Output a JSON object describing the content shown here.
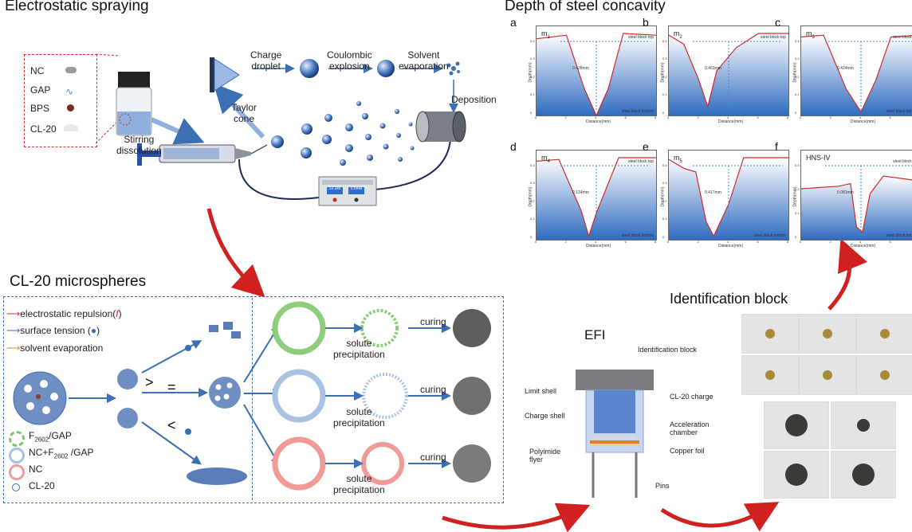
{
  "electrostatic": {
    "title": "Electrostatic spraying",
    "materials": [
      "NC",
      "GAP",
      "BPS",
      "CL-20"
    ],
    "stirring_line1": "Stirring",
    "stirring_line2": "dissolution",
    "charge_line1": "Charge",
    "charge_line2": "droplet",
    "coulombic_line1": "Coulombic",
    "coulombic_line2": "explosion",
    "solvent_line1": "Solvent",
    "solvent_line2": "evaporation",
    "taylor_line1": "Taylor",
    "taylor_line2": "cone",
    "deposition": "Deposition",
    "display_left": "12.2kv",
    "display_right": "0.5mA"
  },
  "concavity": {
    "title": "Depth of steel concavity",
    "panels": [
      {
        "letter": "a",
        "name": "m",
        "sub": "1",
        "depth": "0.428mm",
        "top": "steel block top",
        "bottom": "steel block bottom"
      },
      {
        "letter": "b",
        "name": "m",
        "sub": "2",
        "depth": "0.463mm",
        "top": "steel block top",
        "bottom": ""
      },
      {
        "letter": "c",
        "name": "m",
        "sub": "3",
        "depth": "0.424mm",
        "top": "steel block top",
        "bottom": "steel block bottom"
      },
      {
        "letter": "d",
        "name": "m",
        "sub": "4",
        "depth": "0.124mm",
        "top": "steel block top",
        "bottom": "steel block bottom"
      },
      {
        "letter": "e",
        "name": "m",
        "sub": "5",
        "depth": "0.417mm",
        "top": "",
        "bottom": "steel block bottom"
      },
      {
        "letter": "f",
        "name": "HNS-IV",
        "sub": "",
        "depth": "0.081mm",
        "top": "steel block top",
        "bottom": "steel block bottom"
      }
    ],
    "xlabel": "Distance(mm)",
    "ylabel": "Depth(mm)",
    "yticks_main": [
      "0.4",
      "0.3",
      "0.2",
      "0.1",
      "0"
    ],
    "yticks_f": [
      "0.3",
      "0.2",
      "0.1",
      "0"
    ],
    "xticks": [
      "0",
      "2",
      "4",
      "6",
      "8"
    ]
  },
  "microspheres": {
    "title": "CL-20 microspheres",
    "legend_top": [
      "electrostatic repulsion(",
      "surface tension (",
      "solvent evaporation"
    ],
    "legend_bottom": [
      {
        "main": "F",
        "sub": "2602",
        "rest": "/GAP",
        "color": "#7cc46a"
      },
      {
        "main": "NC+F",
        "sub": "2602",
        "rest": " /GAP",
        "color": "#a9c2e2"
      },
      {
        "main": "NC",
        "sub": "",
        "rest": "",
        "color": "#f19a9a"
      },
      {
        "main": "CL-20",
        "sub": "",
        "rest": "",
        "color": "#ffffff"
      }
    ],
    "compare_symbols": [
      ">",
      "=",
      "<"
    ],
    "solute_line1": "solute",
    "solute_line2": "precipitation",
    "curing": "curing"
  },
  "efi": {
    "title": "EFI",
    "labels": {
      "identification_block": "Identification block",
      "limit_shell": "Limit shell",
      "cl20_charge": "CL-20 charge",
      "charge_shell": "Charge shell",
      "acceleration_line1": "Acceleration",
      "acceleration_line2": "chamber",
      "polyimide_line1": "Polyimide",
      "polyimide_line2": "flyer",
      "copper_foil": "Copper foil",
      "pins": "Pins"
    }
  },
  "identification": {
    "title": "Identification block"
  }
}
